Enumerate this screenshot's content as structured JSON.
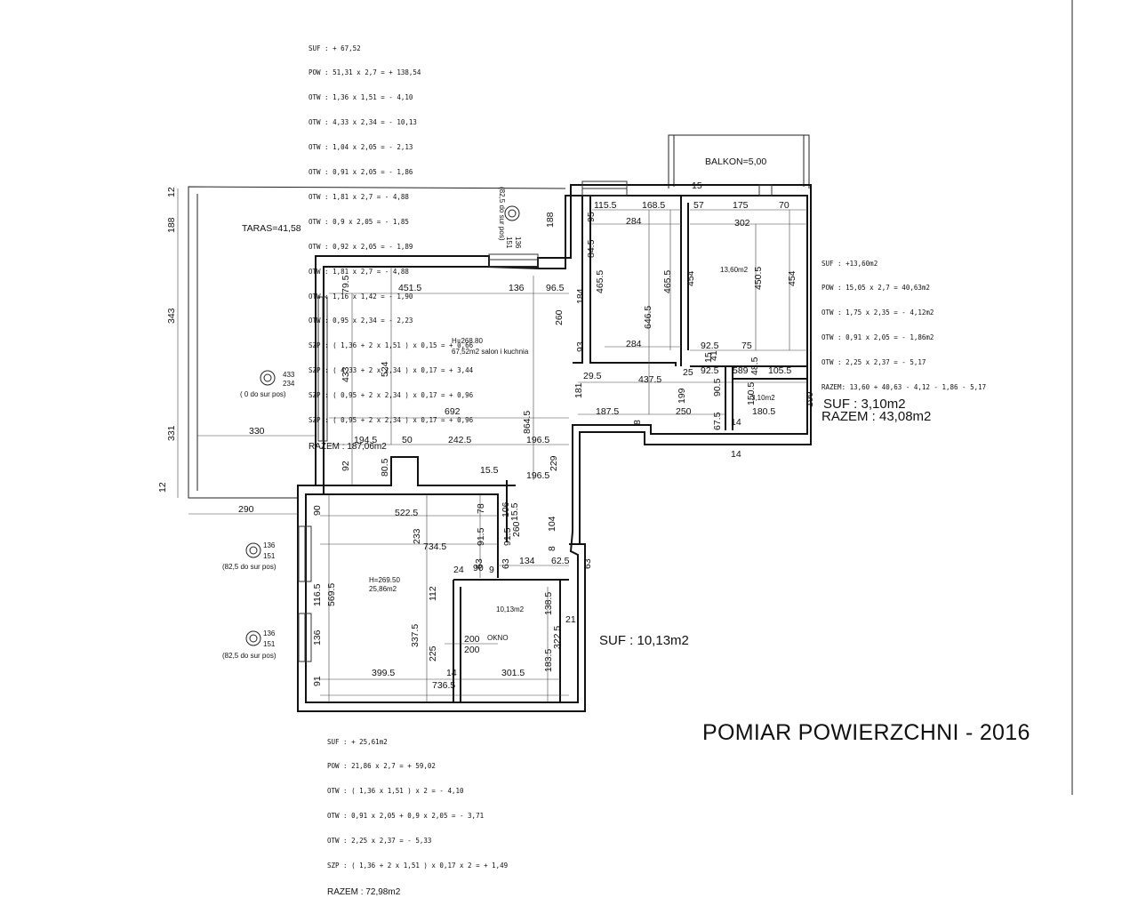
{
  "title": "POMIAR POWIERZCHNI - 2016",
  "calc_blocks": {
    "salon": {
      "lines": [
        "SUF : + 67,52",
        "POW : 51,31 x 2,7 = + 138,54",
        "OTW : 1,36 x 1,51 = - 4,10",
        "OTW : 4,33 x 2,34 = - 10,13",
        "OTW : 1,04 x 2,05 = - 2,13",
        "OTW : 0,91 x 2,05 = - 1,86",
        "OTW : 1,81 x 2,7 = - 4,88",
        "OTW : 0,9 x 2,05 = - 1,85",
        "OTW : 0,92 x 2,05 = - 1,89",
        "OTW : 1,81 x 2,7 = - 4,88",
        "OTW : 1,16 x 1,42 = - 1,90",
        "OTW : 0,95 x 2,34 = - 2,23",
        "SZP : ( 1,36 + 2 x 1,51 ) x 0,15 = + 0,66",
        "SZP : ( 4,33 + 2 x 2,34 ) x 0,17 = + 3,44",
        "SZP : ( 0,95 + 2 x 2,34 ) x 0,17 = + 0,96",
        "SZP : ( 0,95 + 2 x 2,34 ) x 0,17 = + 0,96"
      ],
      "total": "RAZEM : 187,06m2"
    },
    "bedroom": {
      "lines": [
        "SUF : +13,60m2",
        "POW : 15,05 x 2,7 = 40,63m2",
        "OTW : 1,75 x 2,35 = - 4,12m2",
        "OTW : 0,91 x 2,05 = - 1,86m2",
        "OTW : 2,25 x 2,37 = - 5,17",
        "RAZEM: 13,60 + 40,63 - 4,12 - 1,86 - 5,17"
      ],
      "total": "RAZEM : 43,08m2"
    },
    "bottom": {
      "lines": [
        "SUF : + 25,61m2",
        "POW : 21,86 x 2,7 = + 59,02",
        "OTW : ( 1,36 x 1,51 ) x 2 = - 4,10",
        "OTW : 0,91 x 2,05 + 0,9 x 2,05 = - 3,71",
        "OTW : 2,25 x 2,37 = - 5,33",
        "SZP : ( 1,36 + 2 x 1,51 ) x 0,17 x 2 = + 1,49"
      ],
      "total": "RAZEM : 72,98m2"
    }
  },
  "side_labels": {
    "suf_bath": "SUF : 3,10m2",
    "suf_room": "SUF : 10,13m2"
  },
  "rooms": {
    "taras": "TARAS=41,58",
    "balkon": "BALKON=5,00",
    "salon_h": "H=268.80",
    "salon_area": "67,52m2 salon i kuchnia",
    "bedroom_area": "13,60m2",
    "bath_area": "3,10m2",
    "room2_h": "H=269.50",
    "room2_area": "25,86m2",
    "room3_area": "10,13m2",
    "okno": "OKNO"
  },
  "markers": {
    "top": {
      "a": "136",
      "b": "151",
      "note": "(82,5 do sur pos)"
    },
    "taras": {
      "a": "433",
      "b": "234",
      "note": "( 0 do sur pos)"
    },
    "left1": {
      "a": "136",
      "b": "151",
      "note": "(82,5 do sur pos)"
    },
    "left2": {
      "a": "136",
      "b": "151",
      "note": "(82,5 do sur pos)"
    }
  },
  "dimensions": {
    "d_12a": "12",
    "d_188a": "188",
    "d_343": "343",
    "d_331": "331",
    "d_12b": "12",
    "d_330": "330",
    "d_290": "290",
    "d_795": "79.5",
    "d_4515": "451.5",
    "d_136c": "136",
    "d_965": "96.5",
    "d_433v": "433",
    "d_524": "524",
    "d_692": "692",
    "d_1945": "194.5",
    "d_50": "50",
    "d_2425": "242.5",
    "d_1965a": "196.5",
    "d_8645": "864.5",
    "d_92": "92",
    "d_805": "80.5",
    "d_155": "15.5",
    "d_1965b": "196.5",
    "d_229": "229",
    "d_188b": "188",
    "d_260a": "260",
    "d_181": "181",
    "d_1155": "115.5",
    "d_1685": "168.5",
    "d_57": "57",
    "d_175": "175",
    "d_70": "70",
    "d_284a": "284",
    "d_302": "302",
    "d_15a": "15",
    "d_95": "95",
    "d_845": "84.5",
    "d_4655a": "465.5",
    "d_184": "184",
    "d_93": "93",
    "d_6465": "646.5",
    "d_4655b": "465.5",
    "d_454a": "454",
    "d_4505": "450.5",
    "d_454b": "454",
    "d_284b": "284",
    "d_925a": "92.5",
    "d_75": "75",
    "d_41": "41",
    "d_25": "25",
    "d_925b": "92.5",
    "d_15b": "15",
    "d_589": "589",
    "d_485": "48.5",
    "d_1055": "105.5",
    "d_295": "29.5",
    "d_4375": "437.5",
    "d_199a": "199",
    "d_905": "90.5",
    "d_1505": "150.5",
    "d_1805": "180.5",
    "d_199b": "199",
    "d_1875": "187.5",
    "d_8a": "8",
    "d_250": "250",
    "d_675": "67.5",
    "d_14a": "14",
    "d_14b": "14",
    "d_90a": "90",
    "d_5225": "522.5",
    "d_78": "78",
    "d_106": "106",
    "d_155b": "15.5",
    "d_233": "233",
    "d_7345": "734.5",
    "d_915a": "91.5",
    "d_915b": "91.5",
    "d_260b": "260",
    "d_104": "104",
    "d_8b": "8",
    "d_24": "24",
    "d_90b": "90",
    "d_63a": "63",
    "d_9": "9",
    "d_63b": "63",
    "d_134": "134",
    "d_625": "62.5",
    "d_63c": "63",
    "d_5695": "569.5",
    "d_1165": "116.5",
    "d_136d": "136",
    "d_112": "112",
    "d_3375": "337.5",
    "d_225": "225",
    "d_200a": "200",
    "d_200b": "200",
    "d_1385": "138.5",
    "d_21": "21",
    "d_3225": "322.5",
    "d_1835": "183.5",
    "d_91": "91",
    "d_3995": "399.5",
    "d_14c": "14",
    "d_3015": "301.5",
    "d_7365": "736.5"
  }
}
